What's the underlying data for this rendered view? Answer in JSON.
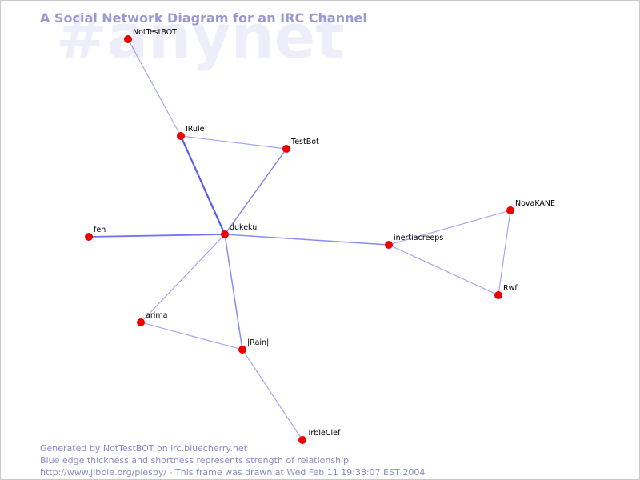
{
  "watermark": "#anynet",
  "title": "A Social Network Diagram for an IRC Channel",
  "footer": {
    "line1": "Generated by NotTestBOT on irc.bluecherry.net",
    "line2": "Blue edge thickness and shortness represents strength of relationship",
    "line3": "http://www.jibble.org/piespy/ - This frame was drawn at Wed Feb 11 19:38:07 EST 2004"
  },
  "colors": {
    "node": "#ee0000",
    "edge": "#5a5af0",
    "title": "#9a9ad2",
    "watermark": "#eeeefb"
  },
  "graph": {
    "nodes": [
      {
        "id": "NotTestBOT",
        "label": "NotTestBOT"
      },
      {
        "id": "IRule",
        "label": "IRule"
      },
      {
        "id": "TestBot",
        "label": "TestBot"
      },
      {
        "id": "dukeku",
        "label": "dukeku"
      },
      {
        "id": "feh",
        "label": "feh"
      },
      {
        "id": "inertiacreeps",
        "label": "inertiacreeps"
      },
      {
        "id": "NovaKANE",
        "label": "NovaKANE"
      },
      {
        "id": "Rwf",
        "label": "Rwf"
      },
      {
        "id": "arima",
        "label": "arima"
      },
      {
        "id": "Rain",
        "label": "|Rain|"
      },
      {
        "id": "TrbleClef",
        "label": "TrbleClef"
      }
    ],
    "edges": [
      {
        "from": "NotTestBOT",
        "to": "IRule",
        "strength": 1
      },
      {
        "from": "IRule",
        "to": "TestBot",
        "strength": 1
      },
      {
        "from": "IRule",
        "to": "dukeku",
        "strength": 4
      },
      {
        "from": "TestBot",
        "to": "dukeku",
        "strength": 2
      },
      {
        "from": "feh",
        "to": "dukeku",
        "strength": 3
      },
      {
        "from": "dukeku",
        "to": "inertiacreeps",
        "strength": 2
      },
      {
        "from": "inertiacreeps",
        "to": "NovaKANE",
        "strength": 1
      },
      {
        "from": "inertiacreeps",
        "to": "Rwf",
        "strength": 1
      },
      {
        "from": "NovaKANE",
        "to": "Rwf",
        "strength": 1
      },
      {
        "from": "dukeku",
        "to": "arima",
        "strength": 1
      },
      {
        "from": "dukeku",
        "to": "Rain",
        "strength": 2
      },
      {
        "from": "arima",
        "to": "Rain",
        "strength": 1
      },
      {
        "from": "Rain",
        "to": "TrbleClef",
        "strength": 1
      }
    ]
  }
}
